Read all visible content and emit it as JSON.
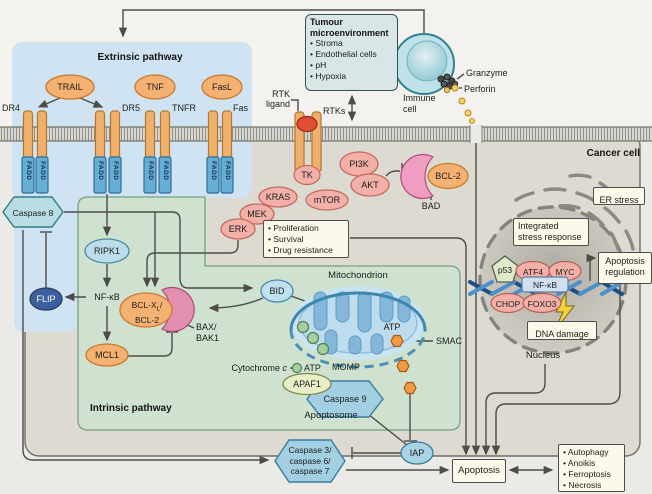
{
  "pathway": {
    "extrinsic_title": "Extrinsic pathway",
    "intrinsic_title": "Intrinsic pathway",
    "ligands": {
      "trail": "TRAIL",
      "tnf": "TNF",
      "fasl": "FasL"
    },
    "receptors": {
      "dr4": "DR4",
      "dr5": "DR5",
      "tnfr": "TNFR",
      "fas": "Fas",
      "fadd": "FADD"
    },
    "nodes": {
      "caspase8": "Caspase 8",
      "ripk1": "RIPK1",
      "nfkb": "NF-κB",
      "flip": "FLIP",
      "mcl1": "MCL1",
      "bclxl_main": "BCL-X",
      "bclxl_sub": "L",
      "bclxl_slash": "/",
      "bclxl_line2": "BCL-2",
      "baxbak_line1": "BAX/",
      "baxbak_line2": "BAK1",
      "bid": "BID"
    }
  },
  "mito": {
    "title": "Mitochondrion",
    "momp": "MOMP",
    "atp_smac": "ATP",
    "smac": "SMAC",
    "cytc_word": "Cytochrome",
    "cytc_italic": "c",
    "atp_cytc": "ATP",
    "apaf1": "APAF1",
    "caspase9": "Caspase 9",
    "apoptosome": "Apoptosome"
  },
  "cascade": {
    "line1": "Caspase 3/",
    "line2": "caspase 6/",
    "line3": "caspase 7",
    "iap": "IAP",
    "apoptosis": "Apoptosis"
  },
  "outcomes": {
    "items": [
      "Autophagy",
      "Anoikis",
      "Ferroptosis",
      "Necrosis"
    ]
  },
  "tumour": {
    "title_line1": "Tumour",
    "title_line2": "microenvironment",
    "bullets": [
      "Stroma",
      "Endothelial cells",
      "pH",
      "Hypoxia"
    ]
  },
  "immune": {
    "cell_line1": "Immune",
    "cell_line2": "cell",
    "granzyme": "Granzyme",
    "perforin": "Perforin"
  },
  "rtk": {
    "ligand_line1": "RTK",
    "ligand_line2": "ligand",
    "rtks": "RTKs",
    "tk": "TK",
    "kras": "KRAS",
    "mek": "MEK",
    "erk": "ERK",
    "mtor": "mTOR",
    "pi3k": "PI3K",
    "akt": "AKT",
    "bad": "BAD",
    "bcl2": "BCL-2"
  },
  "effects": {
    "bullets": [
      "Proliferation",
      "Survival",
      "Drug resistance"
    ]
  },
  "cancer": {
    "label": "Cancer cell",
    "er_stress": "ER stress",
    "isr_line1": "Integrated",
    "isr_line2": "stress response",
    "p53": "p53",
    "atf4": "ATF4",
    "myc": "MYC",
    "nfkb": "NF-κB",
    "chop": "CHOP",
    "foxo3": "FOXO3",
    "dna_damage": "DNA damage",
    "nucleus": "Nucleus",
    "apop_reg_line1": "Apoptosis",
    "apop_reg_line2": "regulation"
  },
  "colors": {
    "orange_node": "#f5b171",
    "pink_node": "#f2b0a8",
    "blue_node": "#bcdde9",
    "dark_blue_node": "#3c5f9e",
    "cream_box": "#fbf9e9",
    "extrinsic_bg": "#cfe3f3",
    "intrinsic_bg": "#cfe2cf",
    "cancer_bg": "#dcdad1",
    "crescent_pink": "#e38fb2",
    "smac_orange": "#f09b41",
    "line": "#4c4c48"
  }
}
